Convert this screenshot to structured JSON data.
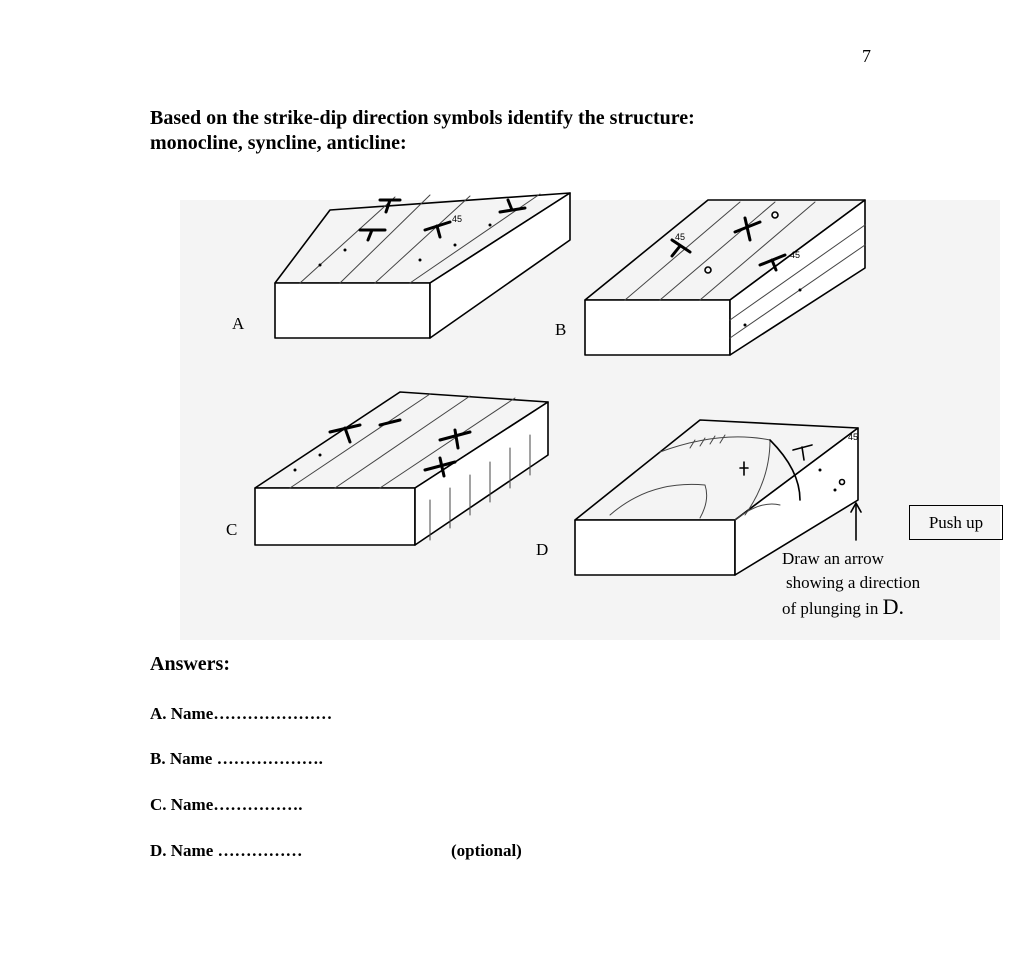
{
  "page_number": "7",
  "heading": {
    "line1": "Based on the strike-dip direction symbols identify the structure:",
    "line2": "monocline,  syncline, anticline:"
  },
  "figure": {
    "label_a": "A",
    "label_b": "B",
    "label_c": "C",
    "label_d": "D",
    "push_up": "Push up",
    "note_line1": "Draw an arrow",
    "note_line2": "showing a direction",
    "note_line3_prefix": "of plunging  in ",
    "note_line3_letter": "D.",
    "dip_values": [
      "45",
      "45",
      "45",
      "45"
    ]
  },
  "answers": {
    "title": "Answers:",
    "a": "A. Name…………………",
    "b": "B.  Name ……………….",
    "c": "C. Name…………….",
    "d": "D.  Name ……………",
    "optional": "(optional)"
  }
}
